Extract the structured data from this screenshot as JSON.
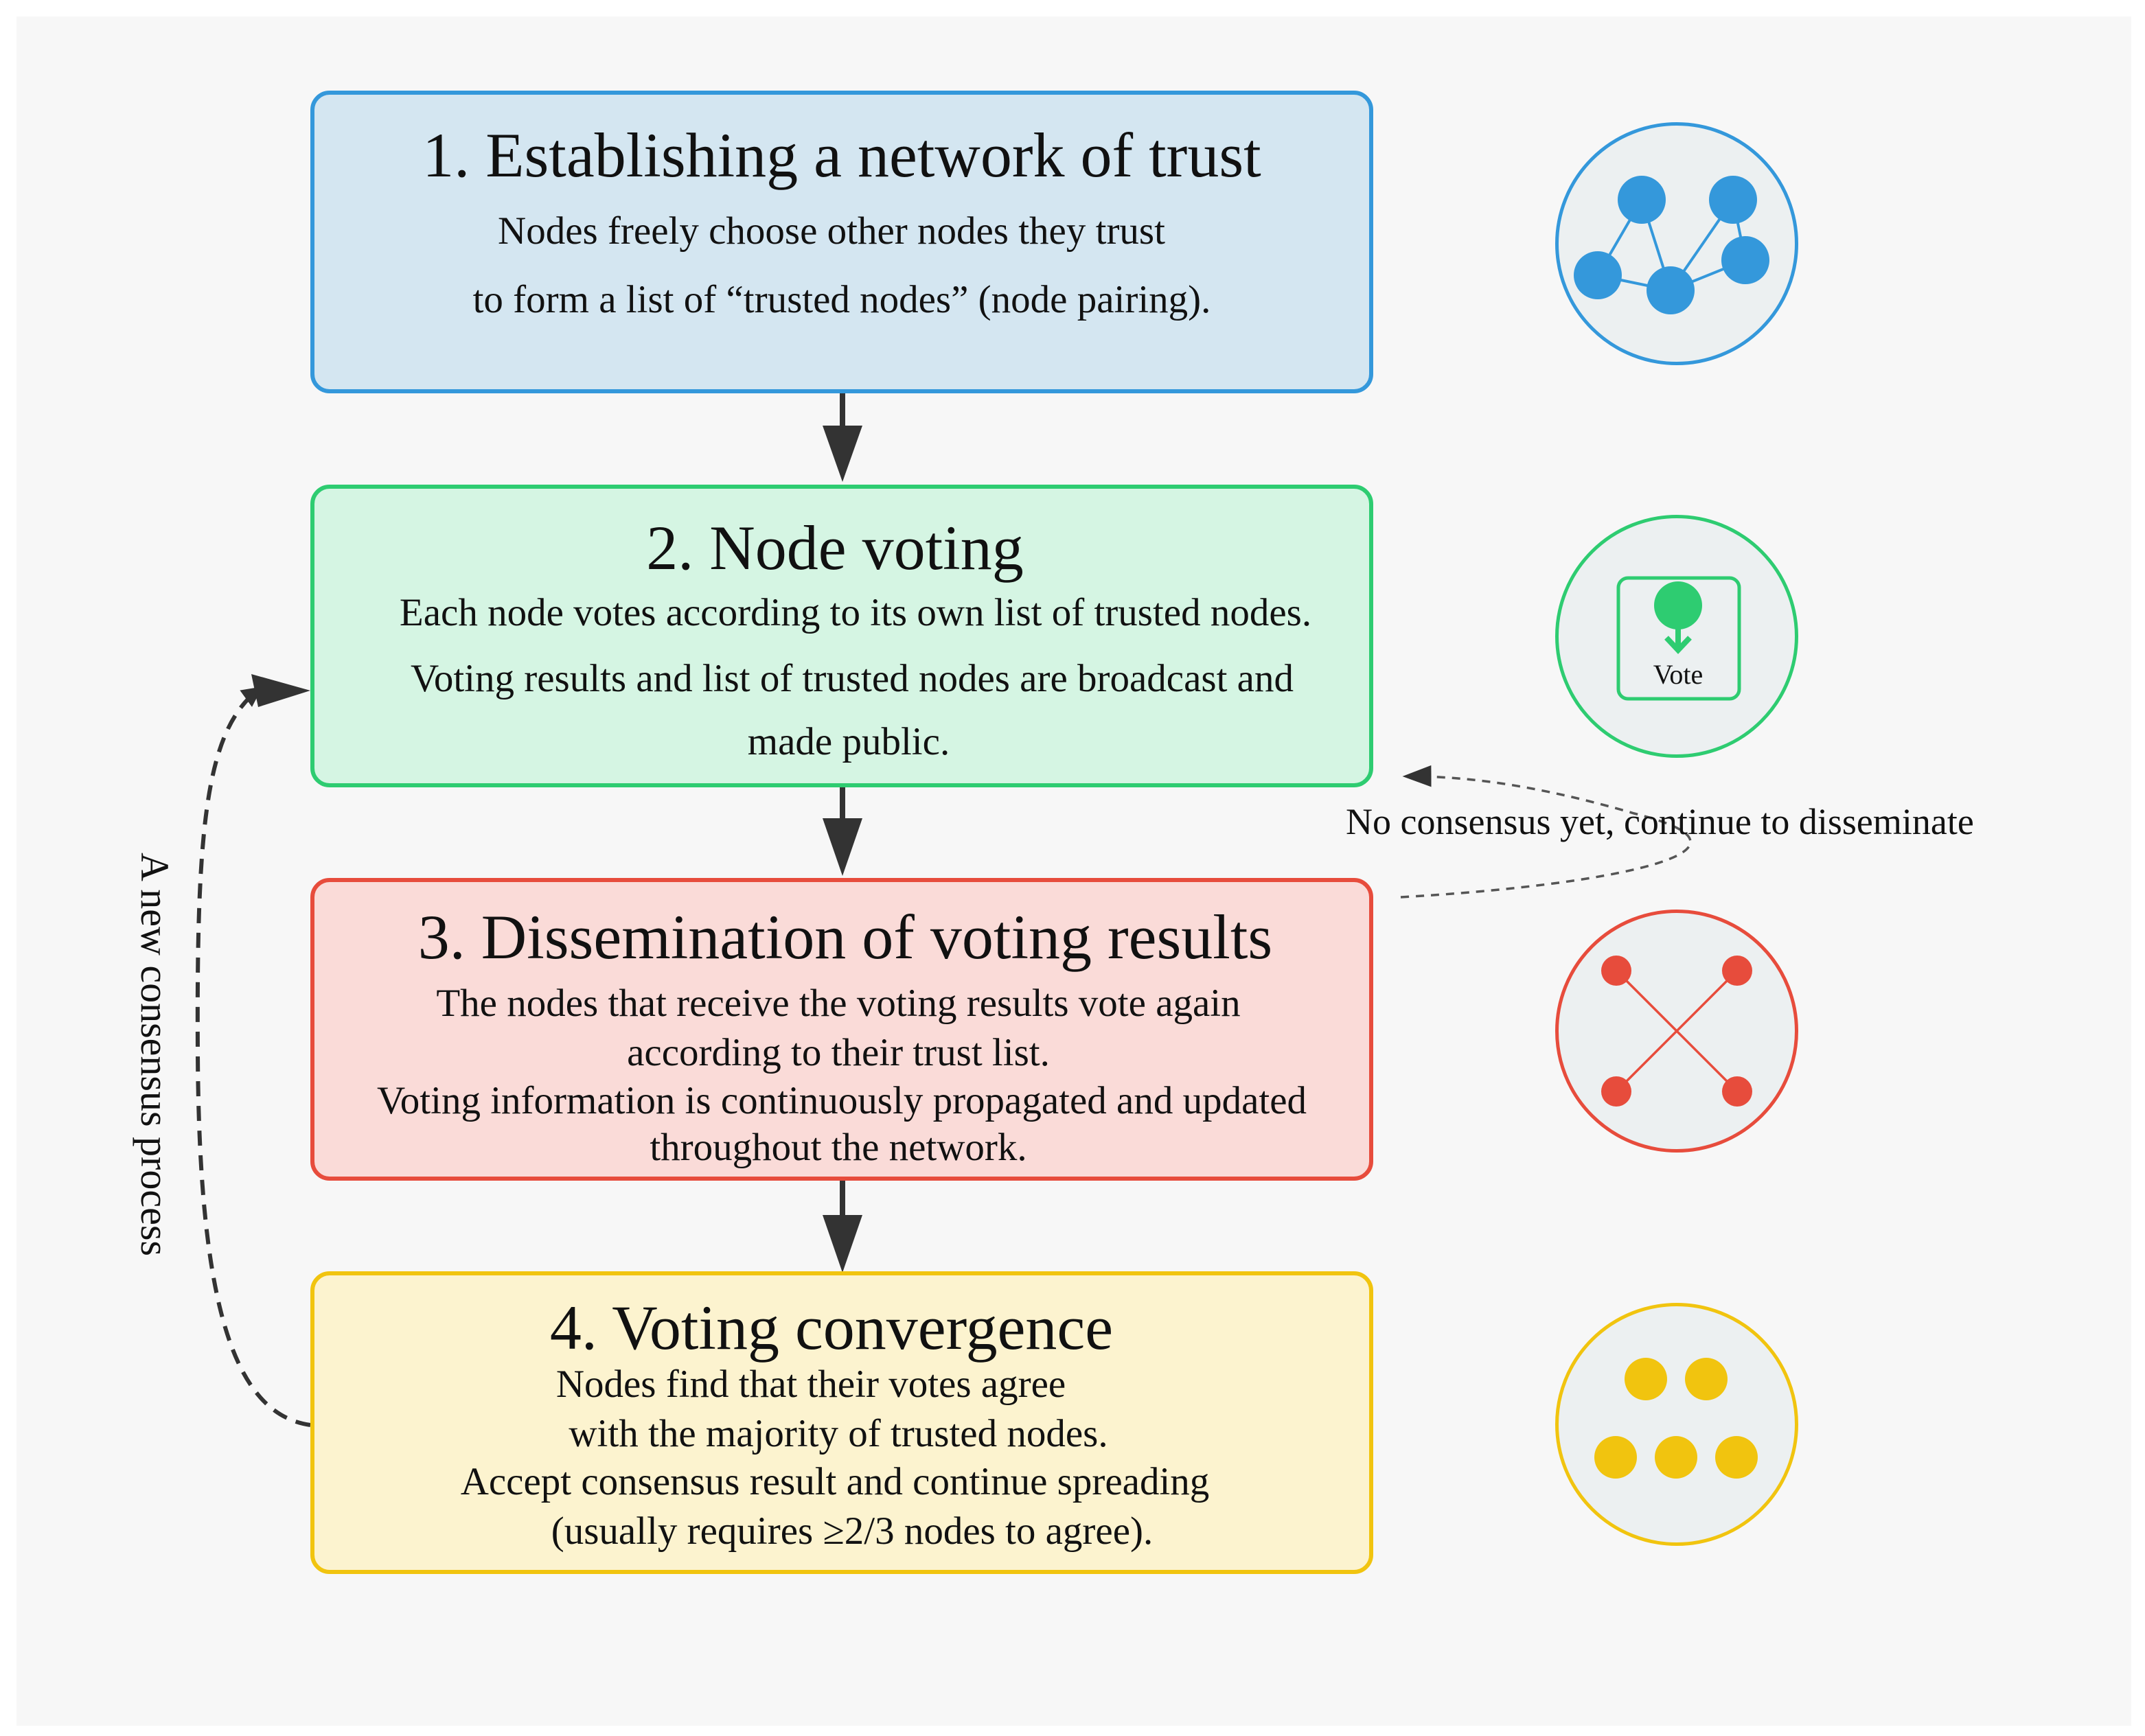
{
  "colors": {
    "background": "#f7f7f7",
    "arrow": "#333333",
    "step1_border": "#3498db",
    "step1_fill": "#d4e6f1",
    "step2_border": "#2ecc71",
    "step2_fill": "#d5f5e3",
    "step3_border": "#e74c3c",
    "step3_fill": "#fadbd8",
    "step4_border": "#f1c40f",
    "step4_fill": "#fcf3cf",
    "icon_bg": "#ecf0f1"
  },
  "steps": [
    {
      "title": "1. Establishing a network of trust",
      "lines": [
        "Nodes freely choose other nodes they trust",
        "to form a list of “trusted nodes” (node pairing)."
      ],
      "icon": "network-nodes-icon"
    },
    {
      "title": "2. Node voting",
      "lines": [
        "Each node votes according to its own list of trusted nodes.",
        "Voting results and list of trusted nodes are broadcast and",
        "made public."
      ],
      "icon": "vote-ballot-icon",
      "icon_label": "Vote"
    },
    {
      "title": "3. Dissemination of voting results",
      "lines": [
        "The nodes that receive the voting results vote again",
        "according to their trust list.",
        "Voting information is continuously propagated and updated",
        "throughout the network."
      ],
      "icon": "dissemination-cross-icon"
    },
    {
      "title": "4. Voting convergence",
      "lines": [
        "Nodes find that their votes agree",
        "with the majority of trusted nodes.",
        "Accept consensus result and continue spreading",
        "(usually requires ≥2/3 nodes to agree)."
      ],
      "icon": "converged-nodes-icon"
    }
  ],
  "feedback_label": "No consensus yet, continue to disseminate",
  "loop_label": "A new consensus process"
}
